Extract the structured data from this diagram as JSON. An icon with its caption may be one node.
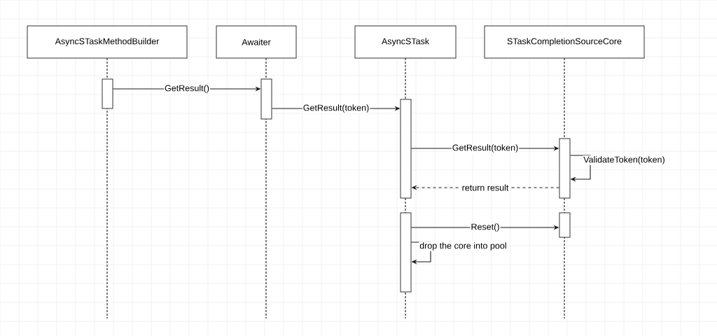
{
  "diagram": {
    "nodes": [
      {
        "text": [
          "AsyncSTaskMethodBuilder"
        ]
      },
      {
        "text": [
          "Awaiter"
        ]
      },
      {
        "text": [
          "AsyncSTask"
        ]
      },
      {
        "text": [
          "STaskCompletionSourceCore"
        ]
      },
      {
        "text": [],
        "shape": "bar"
      },
      {
        "text": [],
        "shape": "bar"
      },
      {
        "text": [],
        "shape": "bar"
      },
      {
        "text": [],
        "shape": "bar"
      },
      {
        "text": [],
        "shape": "bar"
      },
      {
        "text": [],
        "shape": "bar"
      }
    ],
    "edges": [
      {
        "from": 4,
        "to": 5,
        "arrow": "to",
        "label": "GetResult()"
      },
      {
        "from": 5,
        "to": 6,
        "arrow": "to",
        "label": "GetResult(token)"
      },
      {
        "from": 6,
        "to": 8,
        "arrow": "to",
        "label": "GetResult(token)"
      },
      {
        "from": 8,
        "to": 8,
        "arrow": "to",
        "label": "ValidateToken(token)"
      },
      {
        "from": 8,
        "to": 6,
        "arrow": "to",
        "label": "return result",
        "style": "dashed"
      },
      {
        "from": 7,
        "to": 9,
        "arrow": "to",
        "label": "Reset()"
      },
      {
        "from": 7,
        "to": 7,
        "arrow": "to",
        "label": "drop the core into pool"
      }
    ]
  }
}
